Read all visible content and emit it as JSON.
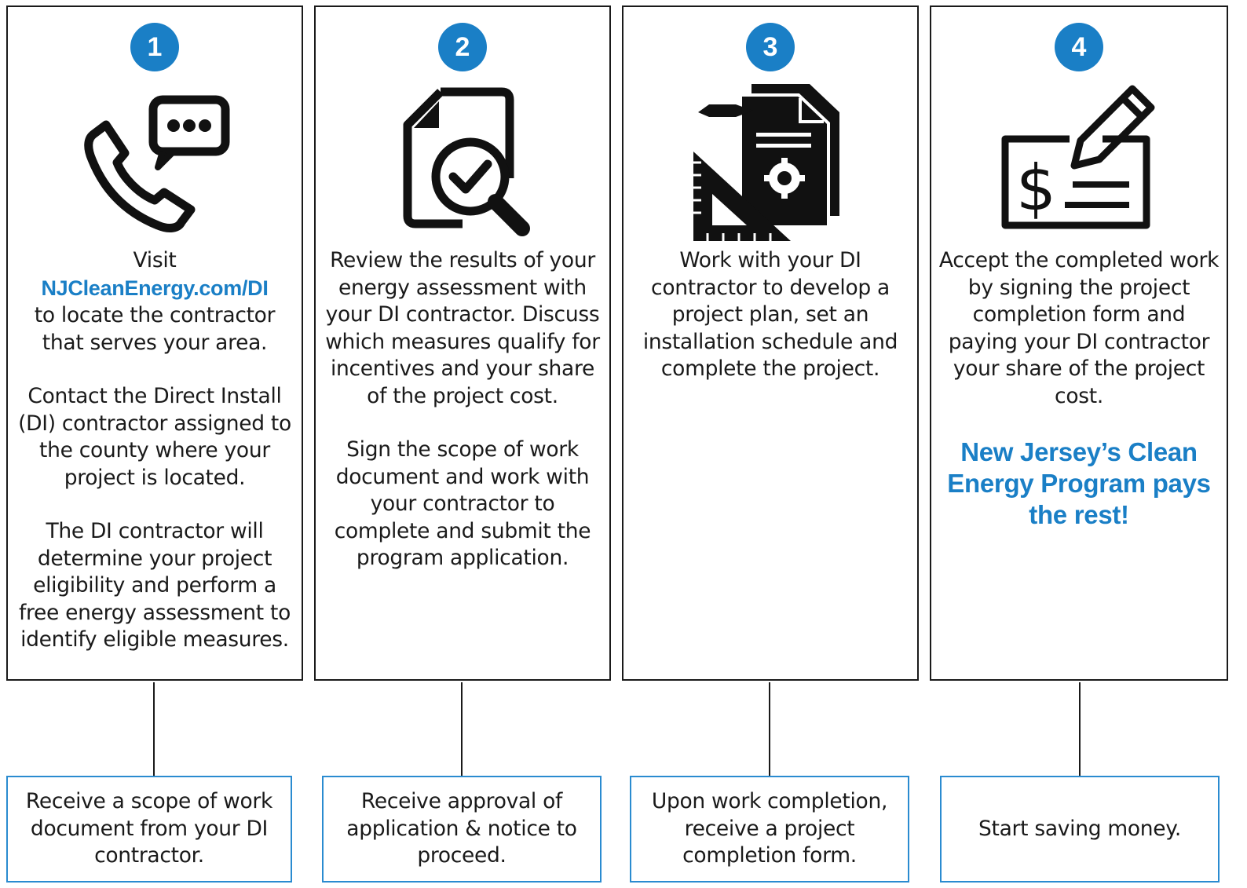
{
  "steps": [
    {
      "number": "1",
      "icon": "phone-chat-icon",
      "paragraphs": [
        [
          "Visit",
          "NJCleanEnergy.com/DI",
          "to locate the contractor that serves your area."
        ],
        [
          "Contact the Direct Install (DI) contractor assigned to the county where your project is located."
        ],
        [
          "The DI contractor will determine your project eligibility and perform a free energy assessment to identify eligible measures."
        ]
      ],
      "link_text": "NJCleanEnergy.com/DI",
      "result": "Receive a scope of work document from your DI contractor."
    },
    {
      "number": "2",
      "icon": "document-review-icon",
      "p1": "Review the results of your energy assessment with your DI contractor. Discuss which measures qualify for incentives and your share of the project cost.",
      "p2": "Sign the scope of work document and work with your contractor to complete and submit the program application.",
      "result": "Receive approval of application & notice to proceed."
    },
    {
      "number": "3",
      "icon": "project-plan-icon",
      "p1": "Work with your DI contractor to develop a project plan, set an installation schedule and complete the project.",
      "result": "Upon work completion, receive a project completion form."
    },
    {
      "number": "4",
      "icon": "signed-check-icon",
      "p1": "Accept the completed work by signing the project completion form and paying your DI contractor your share of the project cost.",
      "highlight": "New Jersey’s Clean Energy Program pays the rest!",
      "result": "Start saving money."
    }
  ],
  "step1_text": {
    "visit": "Visit",
    "link": "NJCleanEnergy.com/DI",
    "after_link": "to locate the contractor that serves your area.",
    "p2": "Contact the Direct Install (DI) contractor assigned to the county where your project is located.",
    "p3": "The DI contractor will determine your project eligibility and perform a free energy assessment to identify eligible measures."
  },
  "colors": {
    "accent": "#1a7fc6",
    "result_border": "#2a8bd0",
    "text": "#1a1a1a"
  }
}
